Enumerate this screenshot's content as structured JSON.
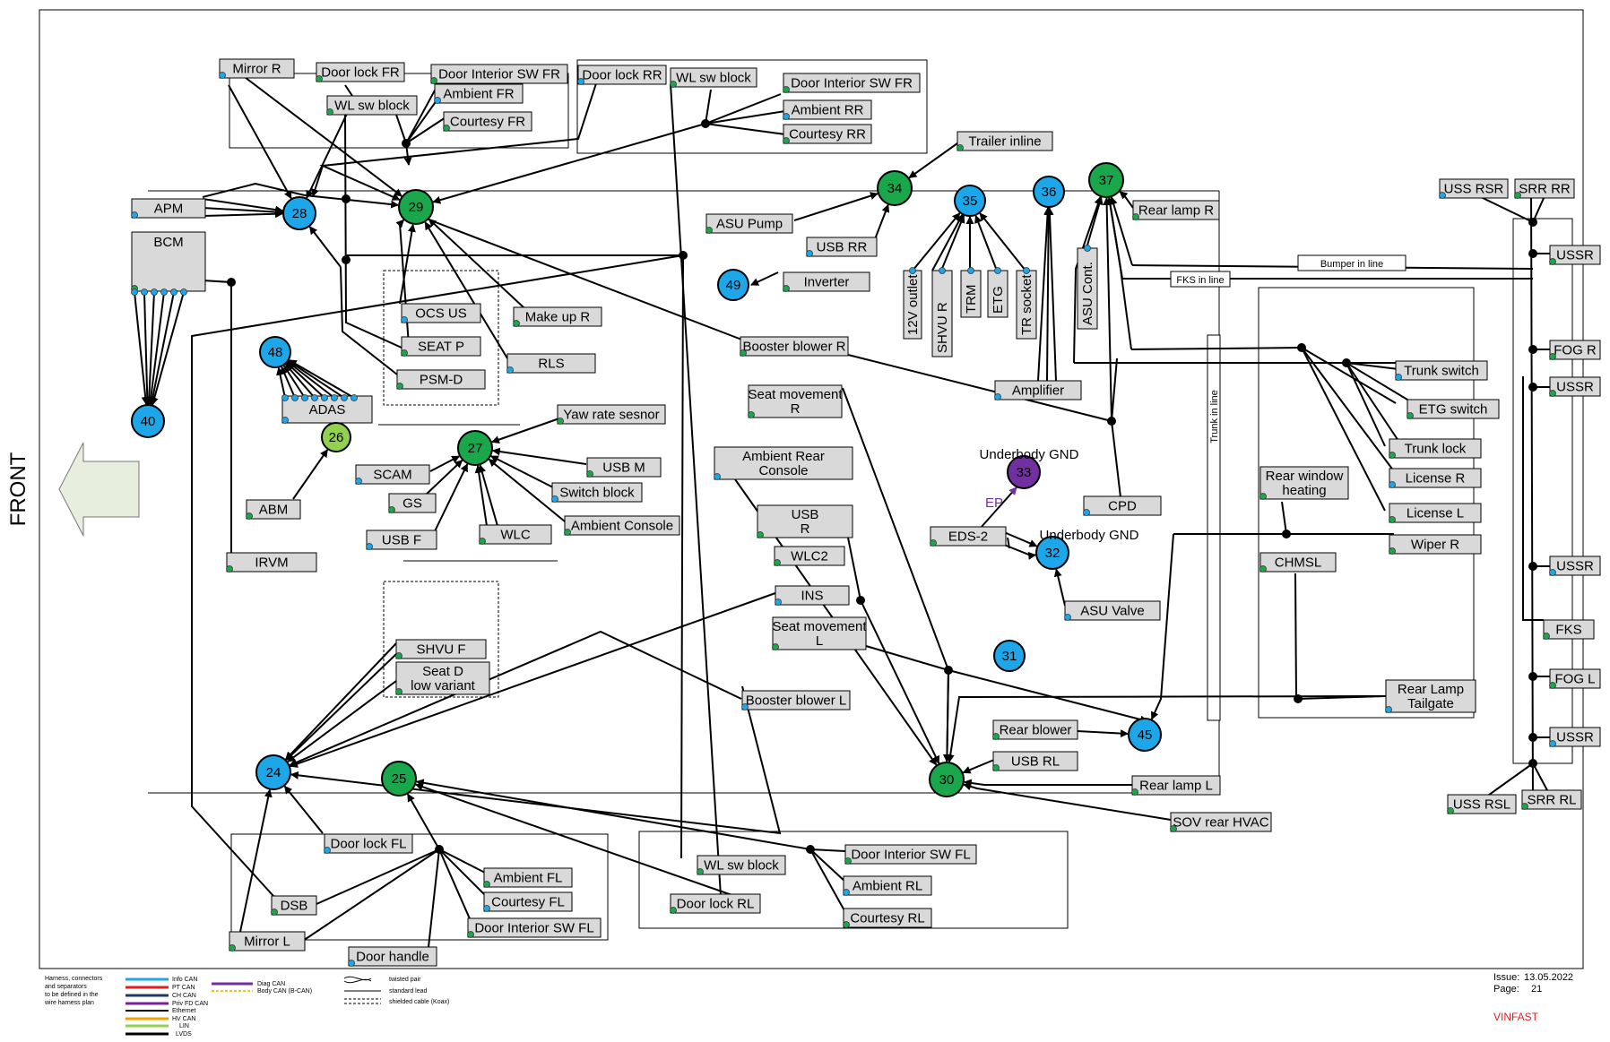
{
  "front_label": "FRONT",
  "colors": {
    "blue": "#1ea7e8",
    "green": "#1aa64a",
    "light_green": "#92d050",
    "purple": "#7030a0",
    "box_fill": "#d9d9d9",
    "vinfast_red": "#e02020"
  },
  "nodes": [
    {
      "id": "n24",
      "label": "24",
      "color": "blue"
    },
    {
      "id": "n25",
      "label": "25",
      "color": "green"
    },
    {
      "id": "n26",
      "label": "26",
      "color": "light_green"
    },
    {
      "id": "n27",
      "label": "27",
      "color": "green"
    },
    {
      "id": "n28",
      "label": "28",
      "color": "blue"
    },
    {
      "id": "n29",
      "label": "29",
      "color": "green"
    },
    {
      "id": "n30",
      "label": "30",
      "color": "green"
    },
    {
      "id": "n31",
      "label": "31",
      "color": "blue"
    },
    {
      "id": "n32",
      "label": "32",
      "color": "blue"
    },
    {
      "id": "n33",
      "label": "33",
      "color": "purple"
    },
    {
      "id": "n34",
      "label": "34",
      "color": "green"
    },
    {
      "id": "n35",
      "label": "35",
      "color": "blue"
    },
    {
      "id": "n36",
      "label": "36",
      "color": "blue"
    },
    {
      "id": "n37",
      "label": "37",
      "color": "green"
    },
    {
      "id": "n40",
      "label": "40",
      "color": "blue"
    },
    {
      "id": "n45",
      "label": "45",
      "color": "blue"
    },
    {
      "id": "n48",
      "label": "48",
      "color": "blue"
    },
    {
      "id": "n49",
      "label": "49",
      "color": "blue"
    }
  ],
  "components": [
    {
      "id": "mirror_r",
      "label": "Mirror R"
    },
    {
      "id": "door_lock_fr",
      "label": "Door lock FR"
    },
    {
      "id": "door_int_sw_fr_1",
      "label": "Door Interior SW FR"
    },
    {
      "id": "ambient_fr",
      "label": "Ambient FR"
    },
    {
      "id": "wl_sw_block_fr",
      "label": "WL sw block"
    },
    {
      "id": "courtesy_fr",
      "label": "Courtesy FR"
    },
    {
      "id": "door_lock_rr",
      "label": "Door lock RR"
    },
    {
      "id": "wl_sw_block_rr",
      "label": "WL sw block"
    },
    {
      "id": "door_int_sw_fr_2",
      "label": "Door Interior SW FR"
    },
    {
      "id": "ambient_rr",
      "label": "Ambient RR"
    },
    {
      "id": "courtesy_rr",
      "label": "Courtesy RR"
    },
    {
      "id": "trailer_inline",
      "label": "Trailer inline"
    },
    {
      "id": "apm",
      "label": "APM"
    },
    {
      "id": "bcm",
      "label": "BCM"
    },
    {
      "id": "asu_pump",
      "label": "ASU Pump"
    },
    {
      "id": "usb_rr",
      "label": "USB RR"
    },
    {
      "id": "inverter",
      "label": "Inverter"
    },
    {
      "id": "rear_lamp_r",
      "label": "Rear lamp R"
    },
    {
      "id": "uss_rsr",
      "label": "USS RSR"
    },
    {
      "id": "srr_rr",
      "label": "SRR RR"
    },
    {
      "id": "ussr_1",
      "label": "USSR"
    },
    {
      "id": "ocs_us",
      "label": "OCS US"
    },
    {
      "id": "make_up_r",
      "label": "Make up R"
    },
    {
      "id": "seat_p",
      "label": "SEAT P"
    },
    {
      "id": "rls",
      "label": "RLS"
    },
    {
      "id": "psm_d",
      "label": "PSM-D"
    },
    {
      "id": "booster_blower_r",
      "label": "Booster blower R"
    },
    {
      "id": "adas",
      "label": "ADAS"
    },
    {
      "id": "fog_r",
      "label": "FOG R"
    },
    {
      "id": "ussr_2",
      "label": "USSR"
    },
    {
      "id": "trunk_switch",
      "label": "Trunk switch"
    },
    {
      "id": "etg_switch",
      "label": "ETG switch"
    },
    {
      "id": "trunk_lock",
      "label": "Trunk lock"
    },
    {
      "id": "license_r",
      "label": "License R"
    },
    {
      "id": "license_l",
      "label": "License L"
    },
    {
      "id": "wiper_r",
      "label": "Wiper R"
    },
    {
      "id": "amplifier",
      "label": "Amplifier"
    },
    {
      "id": "seat_movement_r",
      "label": "Seat movement R"
    },
    {
      "id": "yaw_rate",
      "label": "Yaw rate sesnor"
    },
    {
      "id": "scam",
      "label": "SCAM"
    },
    {
      "id": "usb_m",
      "label": "USB M"
    },
    {
      "id": "gs",
      "label": "GS"
    },
    {
      "id": "switch_block",
      "label": "Switch block"
    },
    {
      "id": "abm",
      "label": "ABM"
    },
    {
      "id": "ambient_console",
      "label": "Ambient Console"
    },
    {
      "id": "usb_f",
      "label": "USB F"
    },
    {
      "id": "wlc",
      "label": "WLC"
    },
    {
      "id": "irvm",
      "label": "IRVM"
    },
    {
      "id": "ambient_rear_console",
      "label": "Ambient Rear Console"
    },
    {
      "id": "usb_r",
      "label": "USB R"
    },
    {
      "id": "wlc2",
      "label": "WLC2"
    },
    {
      "id": "ins",
      "label": "INS"
    },
    {
      "id": "seat_movement_l",
      "label": "Seat movement L"
    },
    {
      "id": "eds_2",
      "label": "EDS-2"
    },
    {
      "id": "cpd",
      "label": "CPD"
    },
    {
      "id": "rear_window_heating",
      "label": "Rear window heating"
    },
    {
      "id": "chmsl",
      "label": "CHMSL"
    },
    {
      "id": "asu_valve",
      "label": "ASU Valve"
    },
    {
      "id": "shvu_f",
      "label": "SHVU F"
    },
    {
      "id": "seat_d_low",
      "label": "Seat D low variant"
    },
    {
      "id": "booster_blower_l",
      "label": "Booster blower L"
    },
    {
      "id": "rear_blower",
      "label": "Rear blower"
    },
    {
      "id": "usb_rl",
      "label": "USB RL"
    },
    {
      "id": "rear_lamp_tailgate",
      "label": "Rear Lamp Tailgate"
    },
    {
      "id": "rear_lamp_l",
      "label": "Rear lamp L"
    },
    {
      "id": "sov_rear_hvac",
      "label": "SOV rear HVAC"
    },
    {
      "id": "ussr_3",
      "label": "USSR"
    },
    {
      "id": "fks",
      "label": "FKS"
    },
    {
      "id": "fog_l",
      "label": "FOG L"
    },
    {
      "id": "ussr_4",
      "label": "USSR"
    },
    {
      "id": "uss_rsl",
      "label": "USS RSL"
    },
    {
      "id": "srr_rl",
      "label": "SRR RL"
    },
    {
      "id": "door_lock_fl",
      "label": "Door lock FL"
    },
    {
      "id": "dsb",
      "label": "DSB"
    },
    {
      "id": "ambient_fl",
      "label": "Ambient FL"
    },
    {
      "id": "courtesy_fl",
      "label": "Courtesy FL"
    },
    {
      "id": "door_int_sw_fl_1",
      "label": "Door Interior SW FL"
    },
    {
      "id": "mirror_l",
      "label": "Mirror L"
    },
    {
      "id": "door_handle",
      "label": "Door handle"
    },
    {
      "id": "wl_sw_block_rl",
      "label": "WL sw block"
    },
    {
      "id": "door_int_sw_fl_2",
      "label": "Door Interior SW FL"
    },
    {
      "id": "ambient_rl",
      "label": "Ambient RL"
    },
    {
      "id": "door_lock_rl",
      "label": "Door lock RL"
    },
    {
      "id": "courtesy_rl",
      "label": "Courtesy RL"
    }
  ],
  "vertical_components": [
    {
      "id": "v_12v",
      "label": "12V outlet"
    },
    {
      "id": "v_shvu_r",
      "label": "SHVU R"
    },
    {
      "id": "v_trm",
      "label": "TRM"
    },
    {
      "id": "v_etg",
      "label": "ETG"
    },
    {
      "id": "v_tr_socket",
      "label": "TR socket"
    },
    {
      "id": "v_asu_cont",
      "label": "ASU Cont."
    },
    {
      "id": "v_trunk_inline",
      "label": "Trunk in line"
    }
  ],
  "inline_labels": {
    "bumper_inline": "Bumper in line",
    "fks_inline": "FKS in line"
  },
  "ground_labels": {
    "underbody_gnd_33": "Underbody GND",
    "underbody_gnd_32": "Underbody GND",
    "ep": "EP"
  },
  "legend": {
    "harness_note": [
      "Harness, connectors",
      "and separators",
      "to be defined in the",
      "wire harness plan"
    ],
    "buses": [
      "Info CAN",
      "PT CAN",
      "CH CAN",
      "Priv FD CAN",
      "Ethernet",
      "HV CAN",
      "LIN",
      "LVDS"
    ],
    "buses_2": [
      "Diag CAN",
      "Body CAN (B-CAN)"
    ],
    "line_types": [
      "twisted pair",
      "standard lead",
      "shielded cable (Koax)"
    ]
  },
  "footer": {
    "issue_label": "Issue:",
    "issue_date": "13.05.2022",
    "page_label": "Page:",
    "page_number": "21",
    "brand": "VINFAST"
  }
}
